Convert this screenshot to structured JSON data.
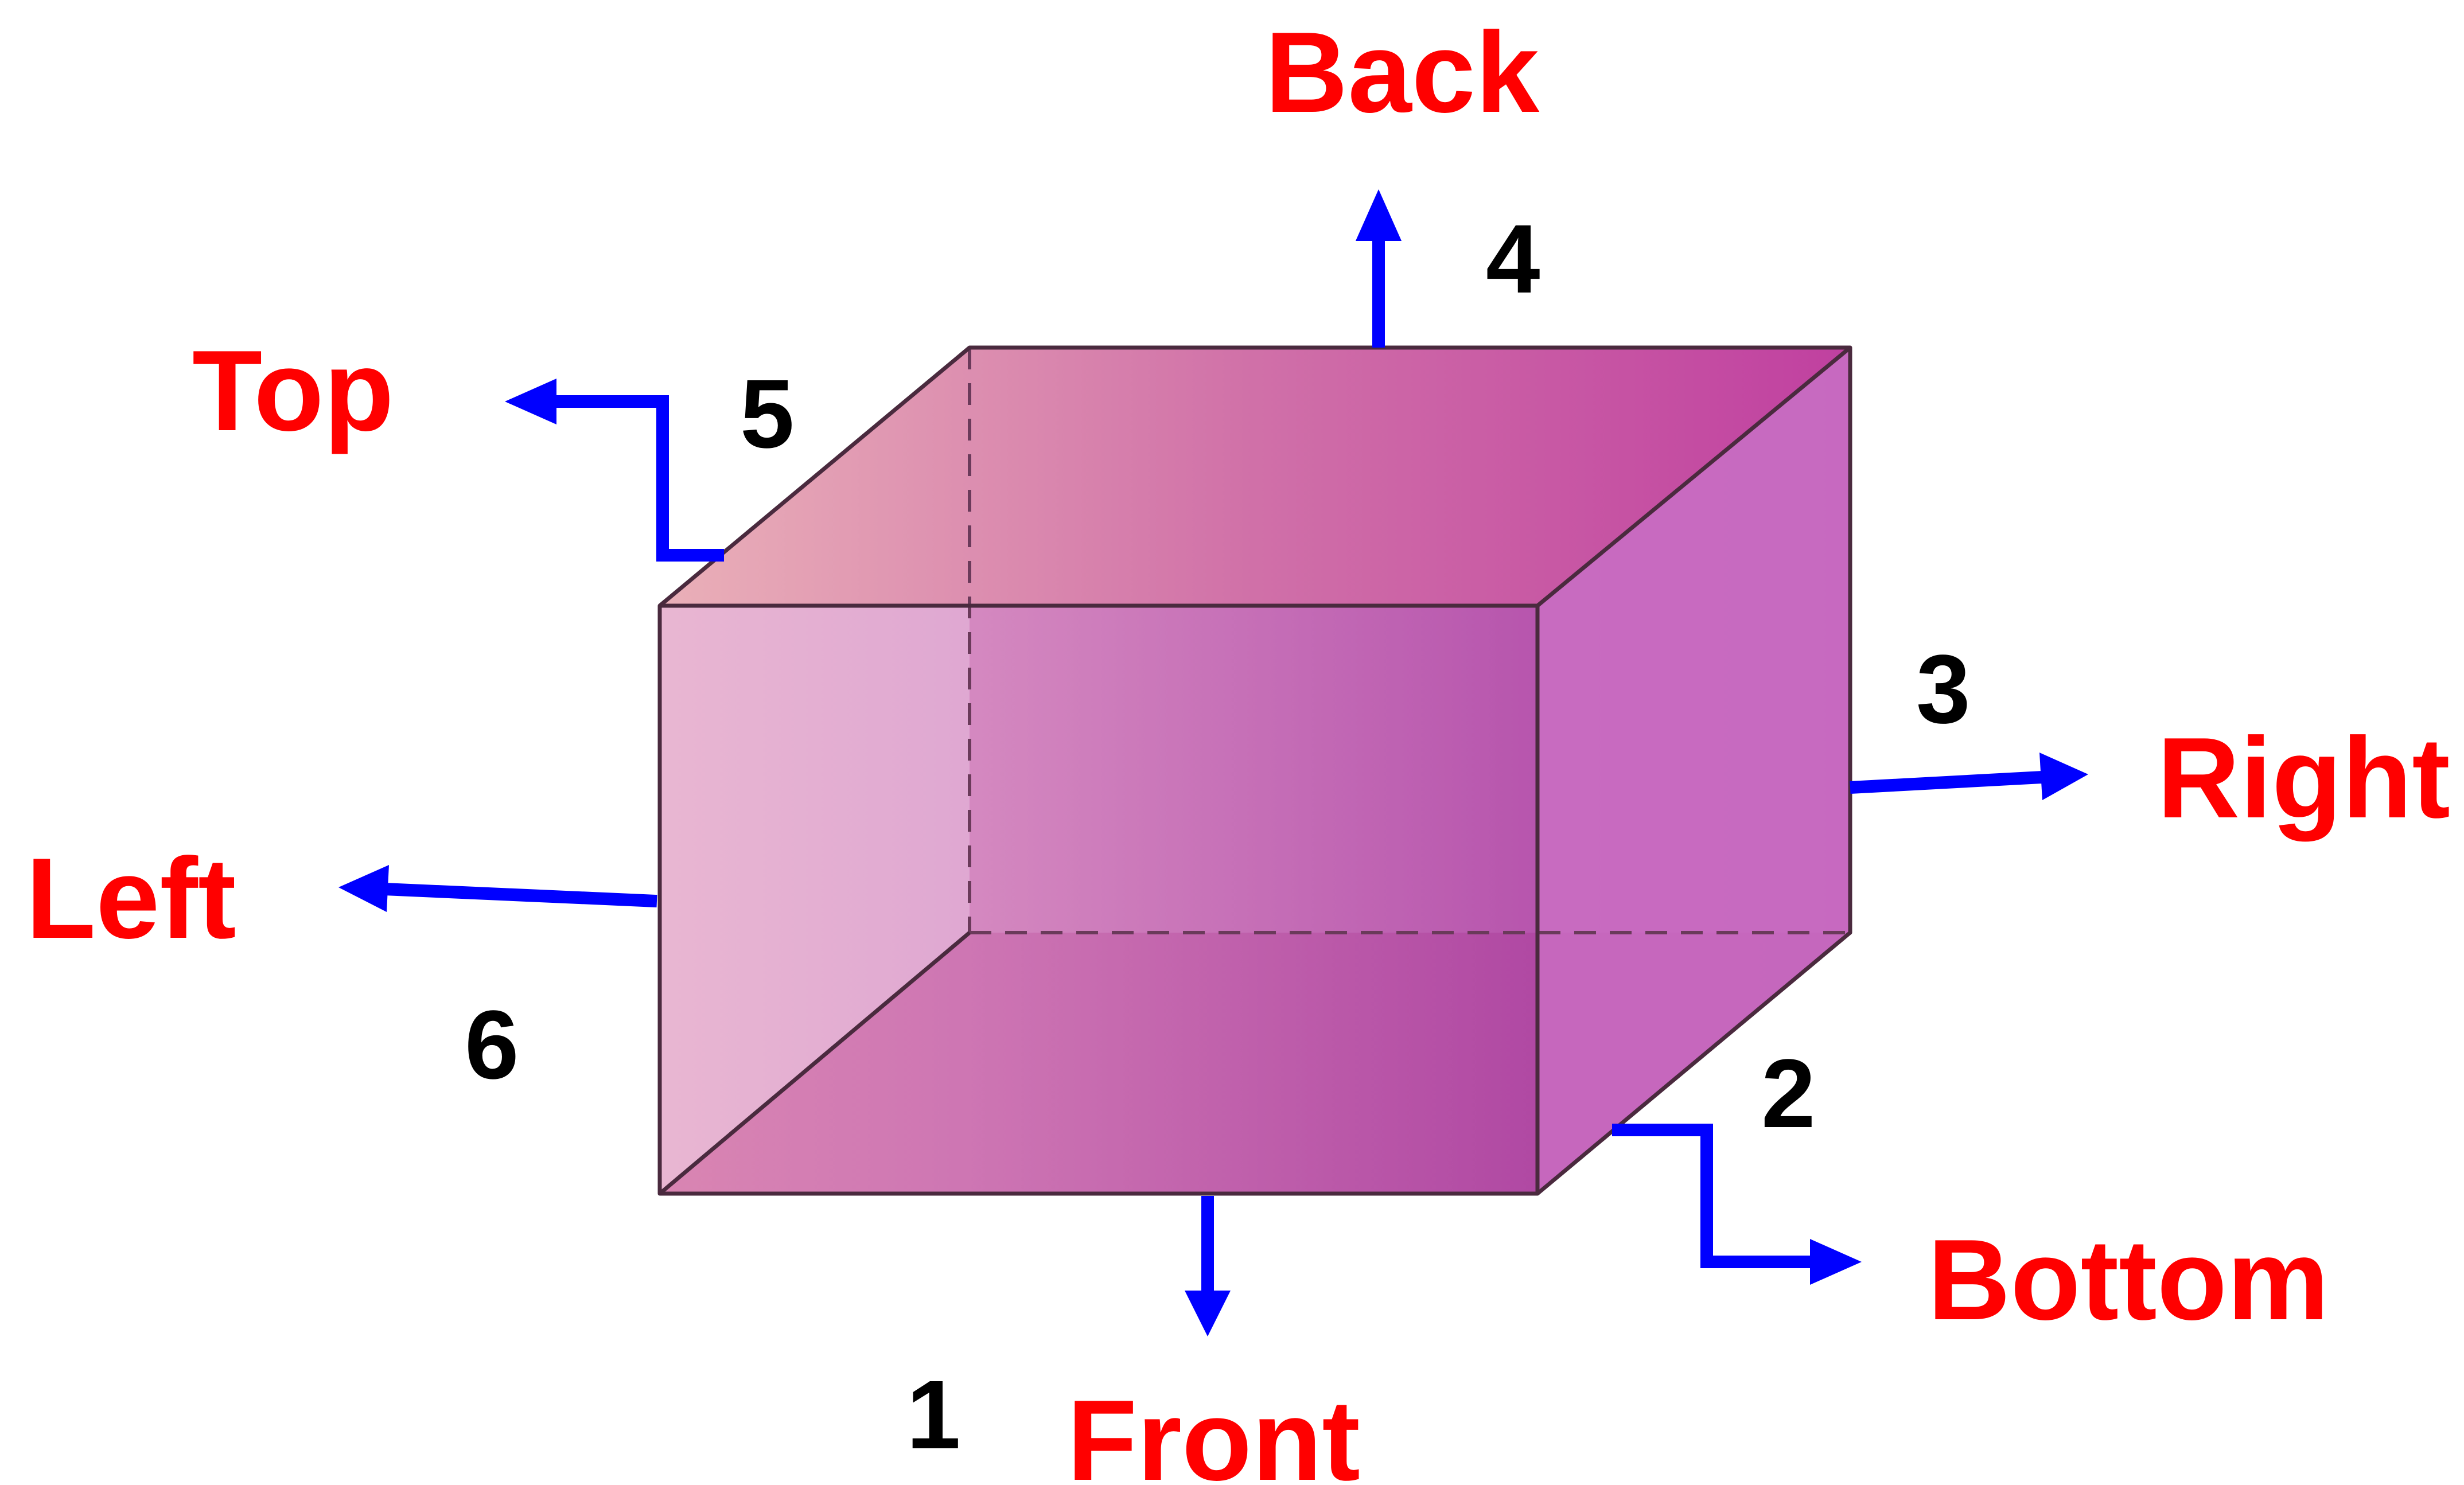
{
  "faces": [
    {
      "id": "front",
      "label": "Front",
      "number": "1"
    },
    {
      "id": "bottom",
      "label": "Bottom",
      "number": "2"
    },
    {
      "id": "right",
      "label": "Right",
      "number": "3"
    },
    {
      "id": "back",
      "label": "Back",
      "number": "4"
    },
    {
      "id": "top",
      "label": "Top",
      "number": "5"
    },
    {
      "id": "left",
      "label": "Left",
      "number": "6"
    }
  ],
  "colors": {
    "label": "#ff0000",
    "number": "#000000",
    "arrow": "#0000ff",
    "box_front": "#c060a8",
    "box_top": "#d07aa8",
    "box_right": "#c86ac0"
  }
}
